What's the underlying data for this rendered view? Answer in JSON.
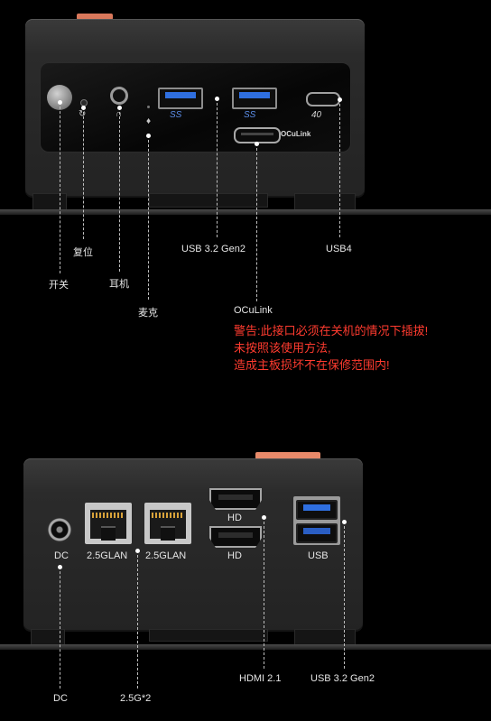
{
  "top_device": {
    "labels": {
      "power": "开关",
      "reset": "复位",
      "earphone": "耳机",
      "mic": "麦克",
      "usb32": "USB 3.2 Gen2",
      "usb4": "USB4",
      "oculink": "OCuLink",
      "oculink_port_text": "OCuLink",
      "ss_logo_1": "SS",
      "ss_logo_2": "SS",
      "usb4_logo": "40"
    }
  },
  "warning": {
    "lines": [
      "警告:此接口必须在关机的情况下插拔!",
      "未按照该使用方法,",
      "造成主板损坏不在保修范围内!"
    ],
    "color": "#ff3b2f"
  },
  "bottom_device": {
    "port_labels": {
      "dc": "DC",
      "lan1": "2.5GLAN",
      "lan2": "2.5GLAN",
      "hd1": "HD",
      "hd2": "HD",
      "usb": "USB"
    },
    "callouts": {
      "dc": "DC",
      "lan": "2.5G*2",
      "hdmi": "HDMI 2.1",
      "usb32": "USB 3.2 Gen2"
    }
  },
  "colors": {
    "usb_blue": "#2f6fe0",
    "accent_orange": "#e88a6a"
  }
}
